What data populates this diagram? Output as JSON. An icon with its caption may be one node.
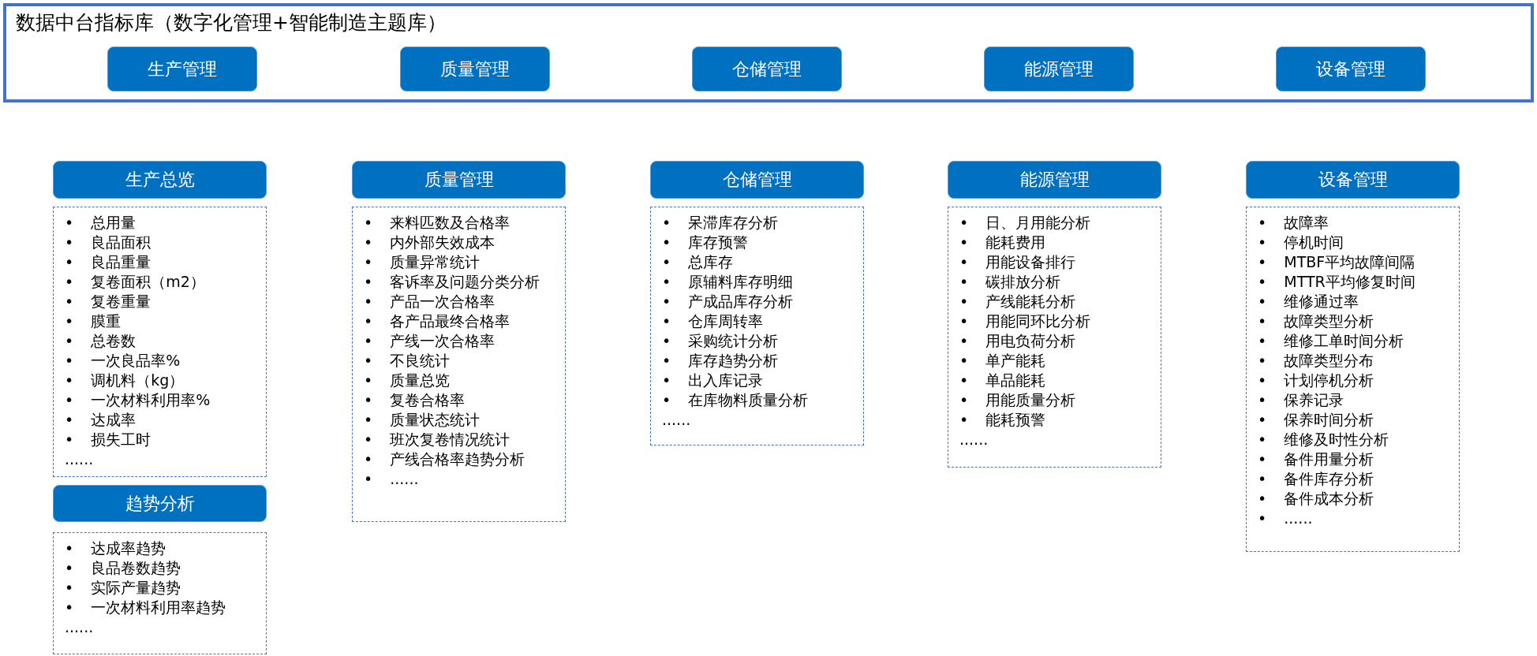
{
  "diagram": {
    "nodes": [
      {
        "text": [
          "数据中台指标库（数字化管理+智能制造主题库）"
        ]
      },
      {
        "text": [
          "生产管理"
        ],
        "in": 0
      },
      {
        "text": [
          "质量管理"
        ],
        "in": 0
      },
      {
        "text": [
          "仓储管理"
        ],
        "in": 0
      },
      {
        "text": [
          "能源管理"
        ],
        "in": 0
      },
      {
        "text": [
          "设备管理"
        ],
        "in": 0
      },
      {
        "text": [
          "生产总览"
        ]
      },
      {
        "text": [
          "• 总用量",
          "• 良品面积",
          "• 良品重量",
          "• 复卷面积（m2）",
          "• 复卷重量",
          "• 膜重",
          "• 总卷数",
          "• 一次良品率%",
          "• 调机料（kg）",
          "• 一次材料利用率%",
          "• 达成率",
          "• 损失工时",
          "......"
        ]
      },
      {
        "text": [
          "趋势分析"
        ]
      },
      {
        "text": [
          "• 达成率趋势",
          "• 良品卷数趋势",
          "• 实际产量趋势",
          "• 一次材料利用率趋势",
          "......"
        ]
      },
      {
        "text": [
          "质量管理"
        ]
      },
      {
        "text": [
          "• 来料匹数及合格率",
          "• 内外部失效成本",
          "• 质量异常统计",
          "• 客诉率及问题分类分析",
          "• 产品一次合格率",
          "• 各产品最终合格率",
          "• 产线一次合格率",
          "• 不良统计",
          "• 质量总览",
          "• 复卷合格率",
          "• 质量状态统计",
          "• 班次复卷情况统计",
          "• 产线合格率趋势分析",
          "• ......"
        ]
      },
      {
        "text": [
          "仓储管理"
        ]
      },
      {
        "text": [
          "• 呆滞库存分析",
          "• 库存预警",
          "• 总库存",
          "• 原辅料库存明细",
          "• 产成品库存分析",
          "• 仓库周转率",
          "• 采购统计分析",
          "• 库存趋势分析",
          "• 出入库记录",
          "• 在库物料质量分析",
          "......"
        ]
      },
      {
        "text": [
          "能源管理"
        ]
      },
      {
        "text": [
          "• 日、月用能分析",
          "• 能耗费用",
          "• 用能设备排行",
          "• 碳排放分析",
          "• 产线能耗分析",
          "• 用能同环比分析",
          "• 用电负荷分析",
          "• 单产能耗",
          "• 单品能耗",
          "• 用能质量分析",
          "• 能耗预警",
          "......"
        ]
      },
      {
        "text": [
          "设备管理"
        ]
      },
      {
        "text": [
          "• 故障率",
          "• 停机时间",
          "• MTBF平均故障间隔",
          "• MTTR平均修复时间",
          "• 维修通过率",
          "• 故障类型分析",
          "• 维修工单时间分析",
          "• 故障类型分布",
          "• 计划停机分析",
          "• 保养记录",
          "• 保养时间分析",
          "• 维修及时性分析",
          "• 备件用量分析",
          "• 备件库存分析",
          "• 备件成本分析",
          "• ......"
        ]
      }
    ]
  }
}
